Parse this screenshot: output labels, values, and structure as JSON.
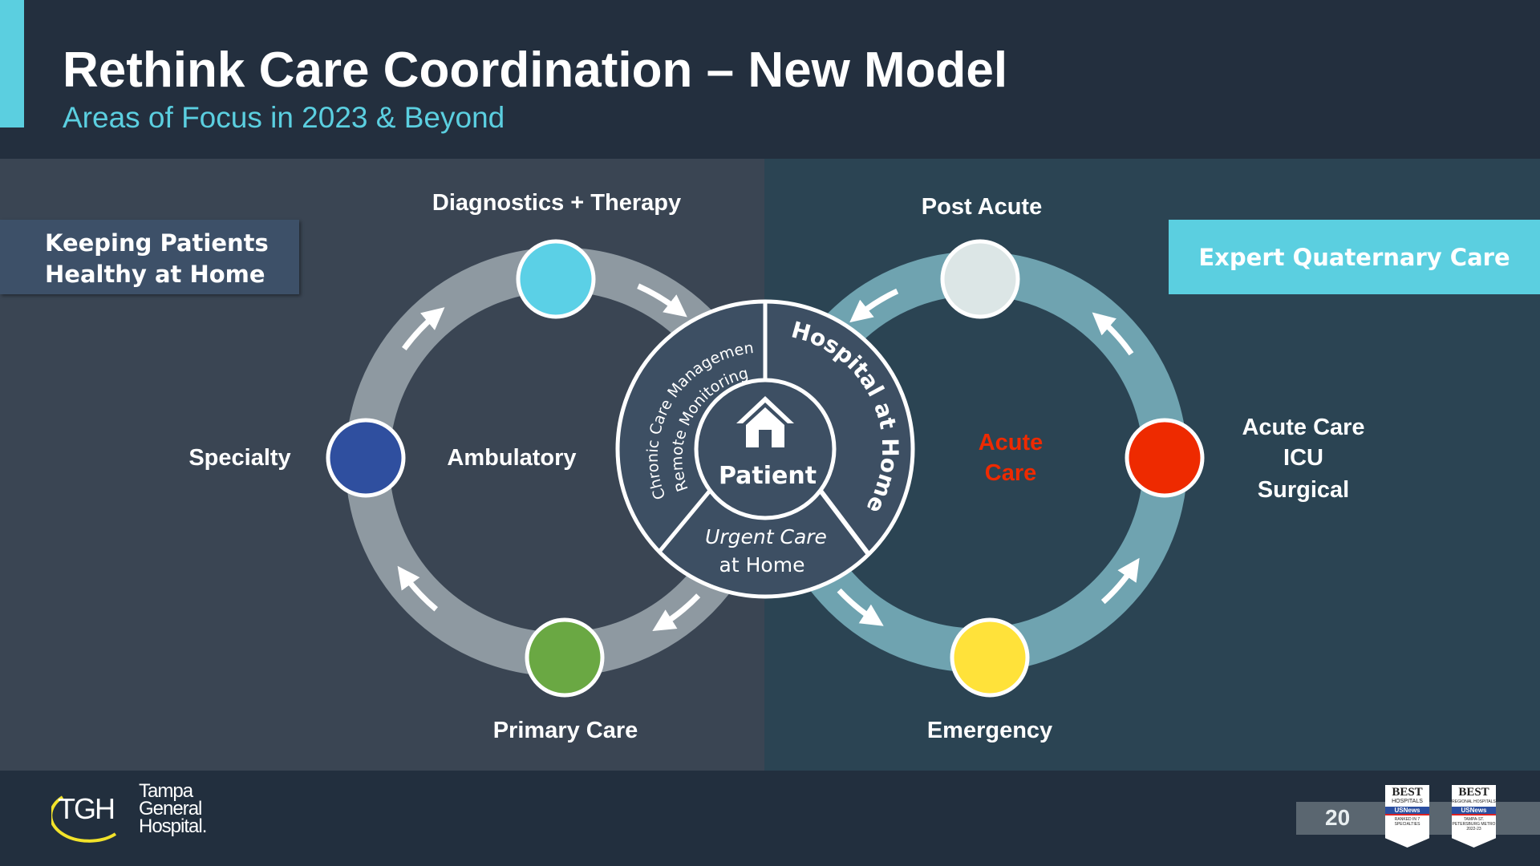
{
  "header": {
    "title": "Rethink Care Coordination – New Model",
    "subtitle": "Areas of Focus in 2023 & Beyond",
    "accent_color": "#5bcfe0"
  },
  "left_box": {
    "line1": "Keeping Patients",
    "line2": "Healthy at Home"
  },
  "right_box": {
    "label": "Expert Quaternary Care"
  },
  "left_loop": {
    "center_label": "Ambulatory",
    "nodes": [
      {
        "label": "Diagnostics + Therapy",
        "color": "#5bd0e6"
      },
      {
        "label": "Specialty",
        "color": "#2f4f9f"
      },
      {
        "label": "Primary Care",
        "color": "#6aa843"
      }
    ]
  },
  "right_loop": {
    "center_label_line1": "Acute",
    "center_label_line2": "Care",
    "center_label_color": "#ee2a00",
    "nodes": [
      {
        "label": "Post Acute",
        "color": "#dce6e6"
      },
      {
        "label_lines": [
          "Acute Care",
          "ICU",
          "Surgical"
        ],
        "color": "#ee2a00"
      },
      {
        "label": "Emergency",
        "color": "#ffe23a"
      }
    ]
  },
  "hub": {
    "center_label": "Patient",
    "center_icon": "house-icon",
    "segments": {
      "chronic_line1": "Chronic Care Management",
      "chronic_line2": "Remote Monitoring",
      "hospital": "Hospital at Home",
      "urgent_line1": "Urgent Care",
      "urgent_line2": "at Home"
    }
  },
  "footer": {
    "logo_mark": "TGH",
    "logo_name_lines": [
      "Tampa",
      "General",
      "Hospital."
    ],
    "page_number": "20",
    "badges": [
      {
        "title": "BEST",
        "sub": "HOSPITALS",
        "brand": "USNews",
        "note": "RANKED IN 7 SPECIALTIES"
      },
      {
        "title": "BEST",
        "sub": "REGIONAL HOSPITALS",
        "brand": "USNews",
        "note": "TAMPA-ST. PETERSBURG METRO 2022-23"
      }
    ]
  }
}
